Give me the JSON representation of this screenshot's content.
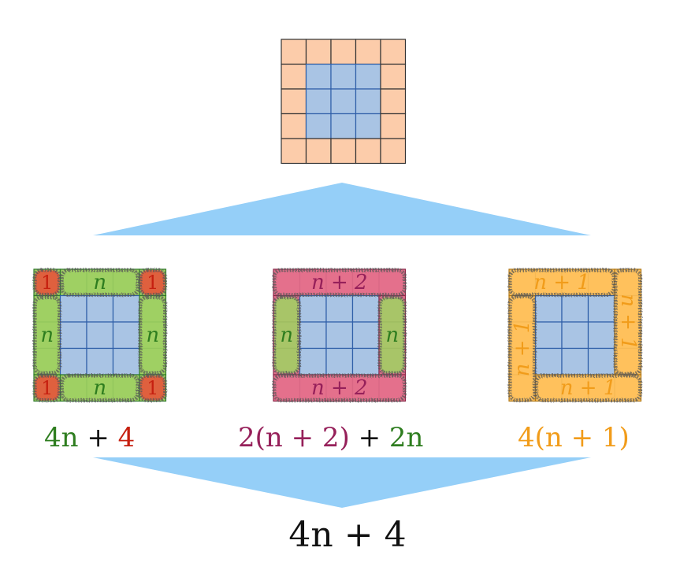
{
  "top_grid": {
    "size": 5,
    "border_color": "#fcccaa",
    "inner_color": "#a9c4e4"
  },
  "decompositions": [
    {
      "id": "left",
      "pieces": {
        "corner_label": "1",
        "side_label": "n"
      },
      "colors": {
        "corner": "#e8503a",
        "side": "#9fd063"
      },
      "formula": {
        "part1": "4n",
        "op": "+",
        "part2": "4",
        "color1": "#2e7d1f",
        "color2": "#c62010"
      }
    },
    {
      "id": "middle",
      "pieces": {
        "long_label": "n + 2",
        "side_label": "n"
      },
      "colors": {
        "long": "#e46f8c",
        "side": "#9fd063"
      },
      "formula": {
        "part1": "2(n + 2)",
        "op": "+",
        "part2": "2n",
        "color1": "#96205a",
        "color2": "#2e7d1f"
      }
    },
    {
      "id": "right",
      "pieces": {
        "label": "n + 1"
      },
      "colors": {
        "piece": "#ffc25c",
        "text": "#f19c1a"
      },
      "formula": {
        "text": "4(n + 1)",
        "color": "#f19c1a"
      }
    }
  ],
  "result": "4n + 4",
  "arrow_color": "#95cff8"
}
